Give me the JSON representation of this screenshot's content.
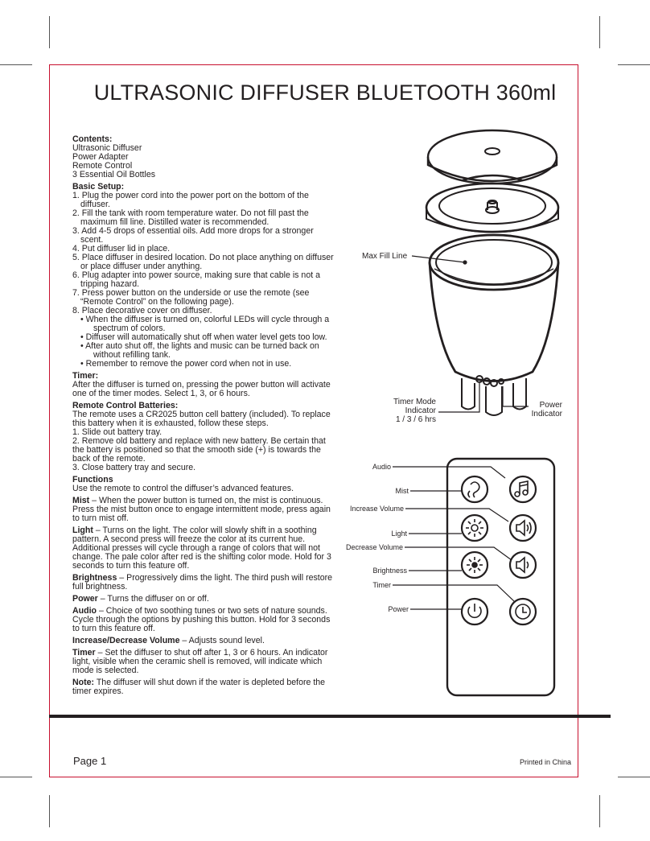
{
  "title": "ULTRASONIC DIFFUSER BLUETOOTH 360ml",
  "contents": {
    "heading": "Contents:",
    "items": [
      "Ultrasonic Diffuser",
      "Power Adapter",
      "Remote Control",
      "3 Essential Oil Bottles"
    ]
  },
  "setup": {
    "heading": "Basic Setup:",
    "steps": [
      "1. Plug the power cord into the power port on the bottom of the diffuser.",
      "2. Fill the tank with room temperature water. Do not fill past the maximum fill line. Distilled water is recommended.",
      "3. Add 4-5 drops of essential oils. Add more drops for a stronger scent.",
      "4. Put diffuser lid in place.",
      "5. Place diffuser in desired location. Do not place anything on diffuser or place diffuser under anything.",
      "6. Plug adapter into power source, making sure that cable is not a tripping hazard.",
      "7. Press power button on the underside or use the remote (see “Remote Control” on the following page).",
      "8. Place decorative cover on diffuser."
    ],
    "bullets": [
      "• When the diffuser is turned on, colorful LEDs will cycle through a spectrum of colors.",
      "• Diffuser will automatically shut off when water level gets too low.",
      "• After auto shut off, the lights and music can be turned back on without refilling tank.",
      "• Remember to remove the power cord when not in use."
    ]
  },
  "timer": {
    "heading": "Timer:",
    "text": "After the diffuser is turned on, pressing the power button will activate one of the timer modes. Select 1, 3, or 6 hours."
  },
  "battery": {
    "heading": "Remote Control Batteries:",
    "text": "The remote uses a CR2025 button cell battery (included). To replace this battery when it is exhausted, follow these steps.",
    "steps": [
      "1.  Slide out battery tray.",
      "2.  Remove old battery and replace with new battery. Be certain that the battery is positioned so that the smooth side (+) is towards the back of the remote.",
      "3.  Close battery tray and secure."
    ]
  },
  "functions": {
    "heading": "Functions",
    "intro": "Use the remote to control the diffuser’s advanced features.",
    "items": [
      {
        "term": "Mist",
        "text": " –  When the power button is turned on, the mist is continuous. Press the mist button once to engage intermittent mode, press again to turn mist off."
      },
      {
        "term": "Light",
        "text": "  – Turns on the light. The color will slowly shift in a soothing pattern. A second press will freeze the color at its current hue. Additional presses will cycle through a range of colors that will not change. The pale color after red is the shifting color mode. Hold for 3 seconds to turn this feature off."
      },
      {
        "term": "Brightness",
        "text": " – Progressively dims the light. The third push will restore full brightness."
      },
      {
        "term": "Power",
        "text": " – Turns the diffuser on or off."
      },
      {
        "term": "Audio",
        "text": " – Choice of two soothing tunes or two sets of nature sounds. Cycle through the options by pushing this button. Hold for 3 seconds to turn this feature off."
      },
      {
        "term": "Increase/Decrease Volume",
        "text": " – Adjusts sound level."
      },
      {
        "term": "Timer",
        "text": " – Set the diffuser to shut off after 1, 3 or 6 hours. An indicator light, visible when the ceramic shell is removed, will indicate which mode is selected."
      },
      {
        "term": "Note:",
        "text": " The diffuser will shut down if the water is depleted before the timer expires."
      }
    ]
  },
  "diagram": {
    "max_fill": "Max Fill Line",
    "timer_mode": [
      "Timer Mode",
      "Indicator",
      "1 / 3 / 6 hrs"
    ],
    "power_indicator": [
      "Power",
      "Indicator"
    ]
  },
  "remote": {
    "audio": "Audio",
    "mist": "Mist",
    "increase_volume": "Increase Volume",
    "light": "Light",
    "decrease_volume": "Decrease Volume",
    "brightness": "Brightness",
    "timer": "Timer",
    "power": "Power"
  },
  "footer": {
    "page": "Page 1",
    "printed": "Printed in China"
  },
  "colors": {
    "frame": "#c8102e",
    "ink": "#231f20"
  }
}
